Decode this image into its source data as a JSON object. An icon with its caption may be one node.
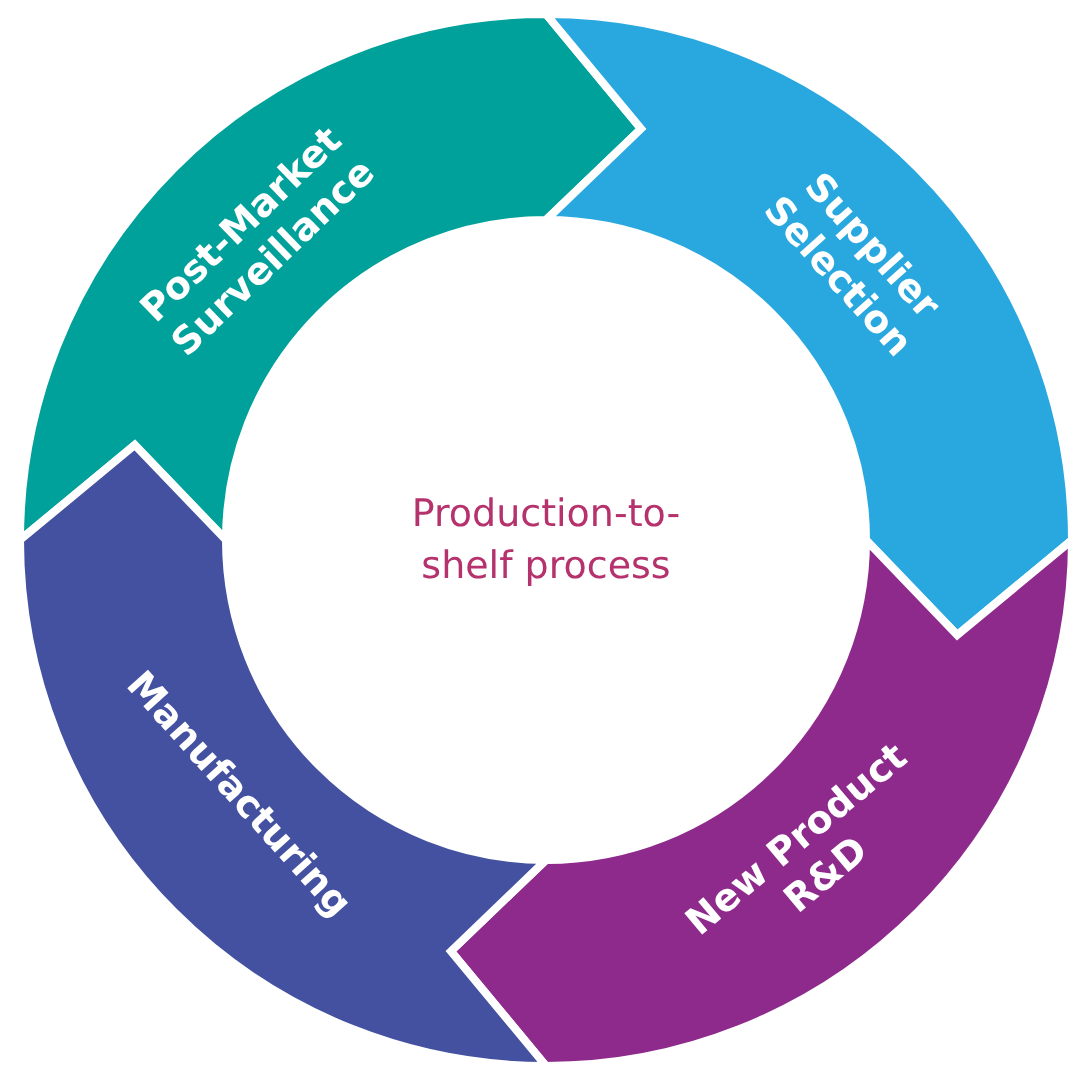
{
  "diagram": {
    "nodes": [
      {
        "text": [
          "Post-Market Surveillance"
        ]
      },
      {
        "text": [
          "Supplier Selection"
        ]
      },
      {
        "text": [
          "New Product R&D"
        ]
      },
      {
        "text": [
          "Manufacturing"
        ]
      },
      {
        "text": [
          "Production-to-shelf process"
        ]
      }
    ]
  }
}
